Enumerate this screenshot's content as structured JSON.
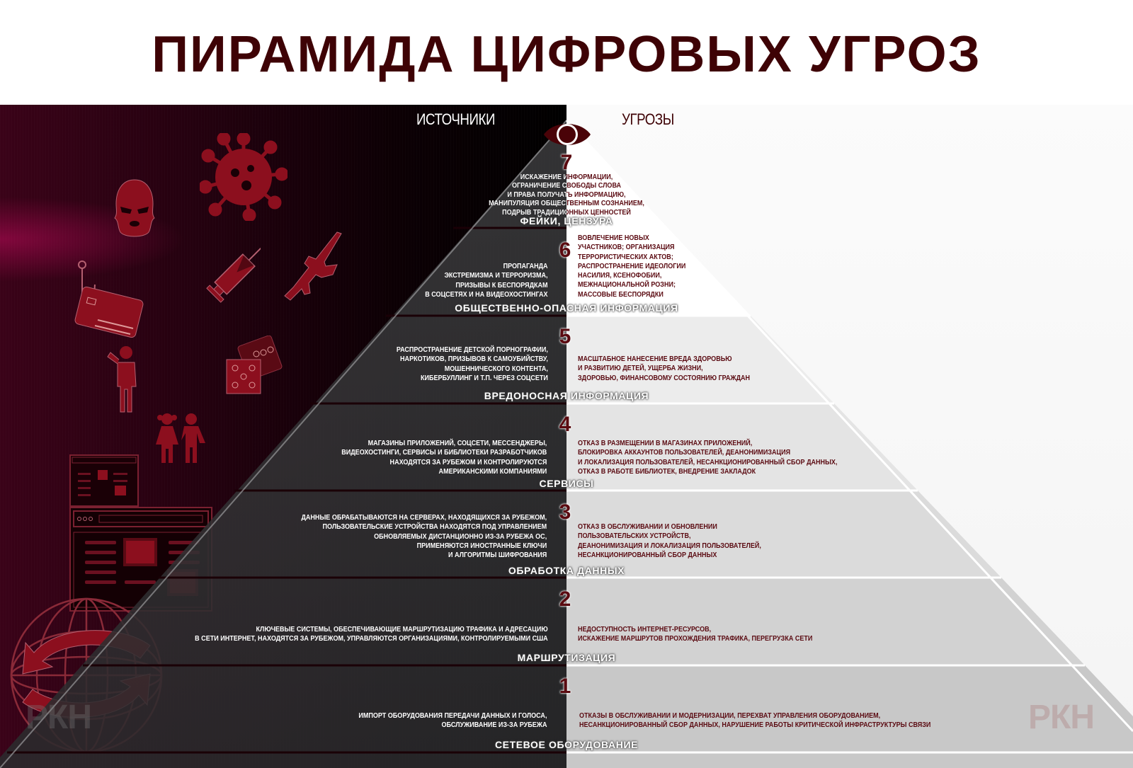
{
  "title": "ПИРАМИДА ЦИФРОВЫХ УГРОЗ",
  "columns": {
    "sources": "ИСТОЧНИКИ",
    "threats": "УГРОЗЫ"
  },
  "colors": {
    "title": "#3e0205",
    "number": "#5a0a10",
    "threat_text": "#5b0b12",
    "source_text": "#ffffff",
    "icon_red": "#8c0f1e",
    "left_bg_dark": "#000000",
    "left_bg_magenta": "#3a0218"
  },
  "levels": [
    {
      "number": "7",
      "label": "ФЕЙКИ, ЦЕНЗУРА",
      "text_lines": [
        "ИСКАЖЕНИЕ ИНФОРМАЦИИ,",
        "ОГРАНИЧЕНИЕ СВОБОДЫ СЛОВА",
        "И ПРАВА ПОЛУЧАТЬ ИНФОРМАЦИЮ,",
        "МАНИПУЛЯЦИЯ ОБЩЕСТВЕННЫМ СОЗНАНИЕМ,",
        "ПОДРЫВ ТРАДИЦИОННЫХ ЦЕННОСТЕЙ"
      ]
    },
    {
      "number": "6",
      "label": "ОБЩЕСТВЕННО-ОПАСНАЯ ИНФОРМАЦИЯ",
      "sources": [
        "ПРОПАГАНДА",
        "ЭКСТРЕМИЗМА И ТЕРРОРИЗМА,",
        "ПРИЗЫВЫ К БЕСПОРЯДКАМ",
        "В СОЦСЕТЯХ И НА ВИДЕОХОСТИНГАХ"
      ],
      "threats": [
        "ВОВЛЕЧЕНИЕ НОВЫХ",
        "УЧАСТНИКОВ; ОРГАНИЗАЦИЯ",
        "ТЕРРОРИСТИЧЕСКИХ АКТОВ;",
        "РАСПРОСТРАНЕНИЕ ИДЕОЛОГИИ",
        "НАСИЛИЯ, КСЕНОФОБИИ,",
        "МЕЖНАЦИОНАЛЬНОЙ РОЗНИ;",
        "МАССОВЫЕ БЕСПОРЯДКИ"
      ]
    },
    {
      "number": "5",
      "label": "ВРЕДОНОСНАЯ ИНФОРМАЦИЯ",
      "sources": [
        "РАСПРОСТРАНЕНИЕ ДЕТСКОЙ ПОРНОГРАФИИ,",
        "НАРКОТИКОВ, ПРИЗЫВОВ К САМОУБИЙСТВУ,",
        "МОШЕННИЧЕСКОГО КОНТЕНТА,",
        "КИБЕРБУЛЛИНГ И Т.П. ЧЕРЕЗ СОЦСЕТИ"
      ],
      "threats": [
        "МАСШТАБНОЕ НАНЕСЕНИЕ ВРЕДА ЗДОРОВЬЮ",
        "И РАЗВИТИЮ ДЕТЕЙ, УЩЕРБА ЖИЗНИ,",
        "ЗДОРОВЬЮ, ФИНАНСОВОМУ СОСТОЯНИЮ ГРАЖДАН"
      ]
    },
    {
      "number": "4",
      "label": "СЕРВИСЫ",
      "sources": [
        "МАГАЗИНЫ ПРИЛОЖЕНИЙ, СОЦСЕТИ, МЕССЕНДЖЕРЫ,",
        "ВИДЕОХОСТИНГИ, СЕРВИСЫ И БИБЛИОТЕКИ РАЗРАБОТЧИКОВ",
        "НАХОДЯТСЯ ЗА РУБЕЖОМ И КОНТРОЛИРУЮТСЯ",
        "АМЕРИКАНСКИМИ КОМПАНИЯМИ"
      ],
      "threats": [
        "ОТКАЗ В РАЗМЕЩЕНИИ В МАГАЗИНАХ ПРИЛОЖЕНИЙ,",
        "БЛОКИРОВКА АККАУНТОВ ПОЛЬЗОВАТЕЛЕЙ, ДЕАНОНИМИЗАЦИЯ",
        "И ЛОКАЛИЗАЦИЯ ПОЛЬЗОВАТЕЛЕЙ, НЕСАНКЦИОНИРОВАННЫЙ СБОР ДАННЫХ,",
        "ОТКАЗ В РАБОТЕ БИБЛИОТЕК, ВНЕДРЕНИЕ ЗАКЛАДОК"
      ]
    },
    {
      "number": "3",
      "label": "ОБРАБОТКА ДАННЫХ",
      "sources": [
        "ДАННЫЕ ОБРАБАТЫВАЮТСЯ НА СЕРВЕРАХ, НАХОДЯЩИХСЯ ЗА РУБЕЖОМ,",
        "ПОЛЬЗОВАТЕЛЬСКИЕ УСТРОЙСТВА НАХОДЯТСЯ ПОД УПРАВЛЕНИЕМ",
        "ОБНОВЛЯЕМЫХ ДИСТАНЦИОННО ИЗ-ЗА РУБЕЖА ОС,",
        "ПРИМЕНЯЮТСЯ ИНОСТРАННЫЕ КЛЮЧИ",
        "И АЛГОРИТМЫ ШИФРОВАНИЯ"
      ],
      "threats": [
        "ОТКАЗ В ОБСЛУЖИВАНИИ И ОБНОВЛЕНИИ",
        "ПОЛЬЗОВАТЕЛЬСКИХ УСТРОЙСТВ,",
        "ДЕАНОНИМИЗАЦИЯ И ЛОКАЛИЗАЦИЯ ПОЛЬЗОВАТЕЛЕЙ,",
        "НЕСАНКЦИОНИРОВАННЫЙ СБОР ДАННЫХ"
      ]
    },
    {
      "number": "2",
      "label": "МАРШРУТИЗАЦИЯ",
      "sources": [
        "КЛЮЧЕВЫЕ СИСТЕМЫ, ОБЕСПЕЧИВАЮЩИЕ МАРШРУТИЗАЦИЮ ТРАФИКА И АДРЕСАЦИЮ",
        "В СЕТИ ИНТЕРНЕТ, НАХОДЯТСЯ ЗА РУБЕЖОМ, УПРАВЛЯЮТСЯ ОРГАНИЗАЦИЯМИ, КОНТРОЛИРУЕМЫМИ США"
      ],
      "threats": [
        "НЕДОСТУПНОСТЬ ИНТЕРНЕТ-РЕСУРСОВ,",
        "ИСКАЖЕНИЕ МАРШРУТОВ ПРОХОЖДЕНИЯ ТРАФИКА, ПЕРЕГРУЗКА СЕТИ"
      ]
    },
    {
      "number": "1",
      "label": "СЕТЕВОЕ ОБОРУДОВАНИЕ",
      "sources": [
        "ИМПОРТ ОБОРУДОВАНИЯ ПЕРЕДАЧИ ДАННЫХ И ГОЛОСА,",
        "ОБСЛУЖИВАНИЕ ИЗ-ЗА РУБЕЖА"
      ],
      "threats": [
        "ОТКАЗЫ В ОБСЛУЖИВАНИИ И МОДЕРНИЗАЦИИ, ПЕРЕХВАТ УПРАВЛЕНИЯ ОБОРУДОВАНИЕМ,",
        "НЕСАНКЦИОНИРОВАННЫЙ СБОР ДАННЫХ, НАРУШЕНИЕ РАБОТЫ КРИТИЧЕСКОЙ ИНФРАСТРУКТУРЫ СВЯЗИ"
      ]
    }
  ],
  "icons": [
    "balaclava-icon",
    "virus-icon",
    "phishing-card-icon",
    "syringe-icon",
    "rifle-icon",
    "person-icon",
    "dice-icon",
    "children-icon",
    "browser-window-small-icon",
    "browser-window-large-icon",
    "globe-arrows-icon",
    "eye-icon"
  ],
  "watermarks": {
    "left": "РКН",
    "right": "РКН"
  }
}
